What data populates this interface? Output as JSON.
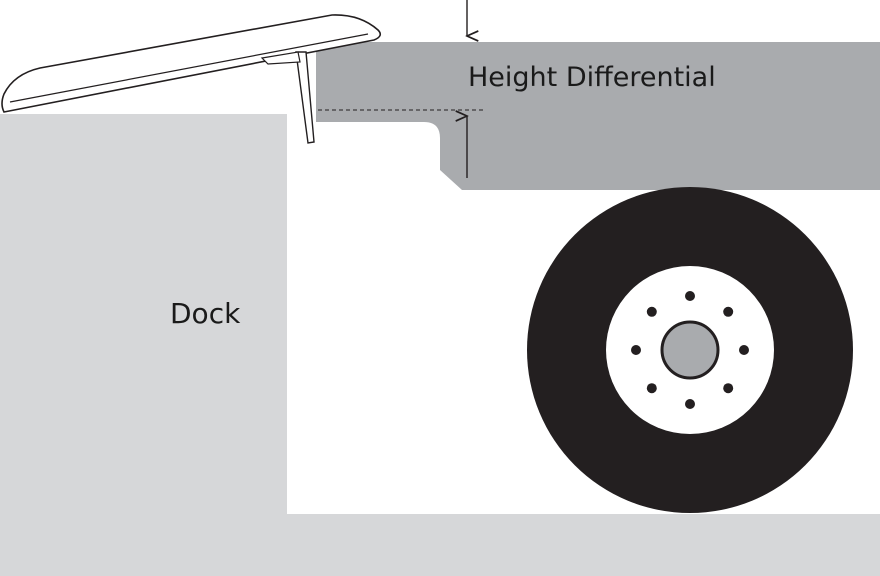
{
  "labels": {
    "height_differential": "Height Differential",
    "dock": "Dock"
  },
  "colors": {
    "background": "#ffffff",
    "dock_fill": "#d6d7d9",
    "trailer_fill": "#a9abae",
    "tire": "#231f20",
    "rim": "#ffffff",
    "hub": "#a9abae",
    "outline": "#231f20",
    "leveler_fill": "#ffffff"
  },
  "icons": {
    "down_arrow": "arrow-down-icon",
    "up_arrow": "arrow-up-icon"
  },
  "wheel": {
    "lug_count": 8
  }
}
